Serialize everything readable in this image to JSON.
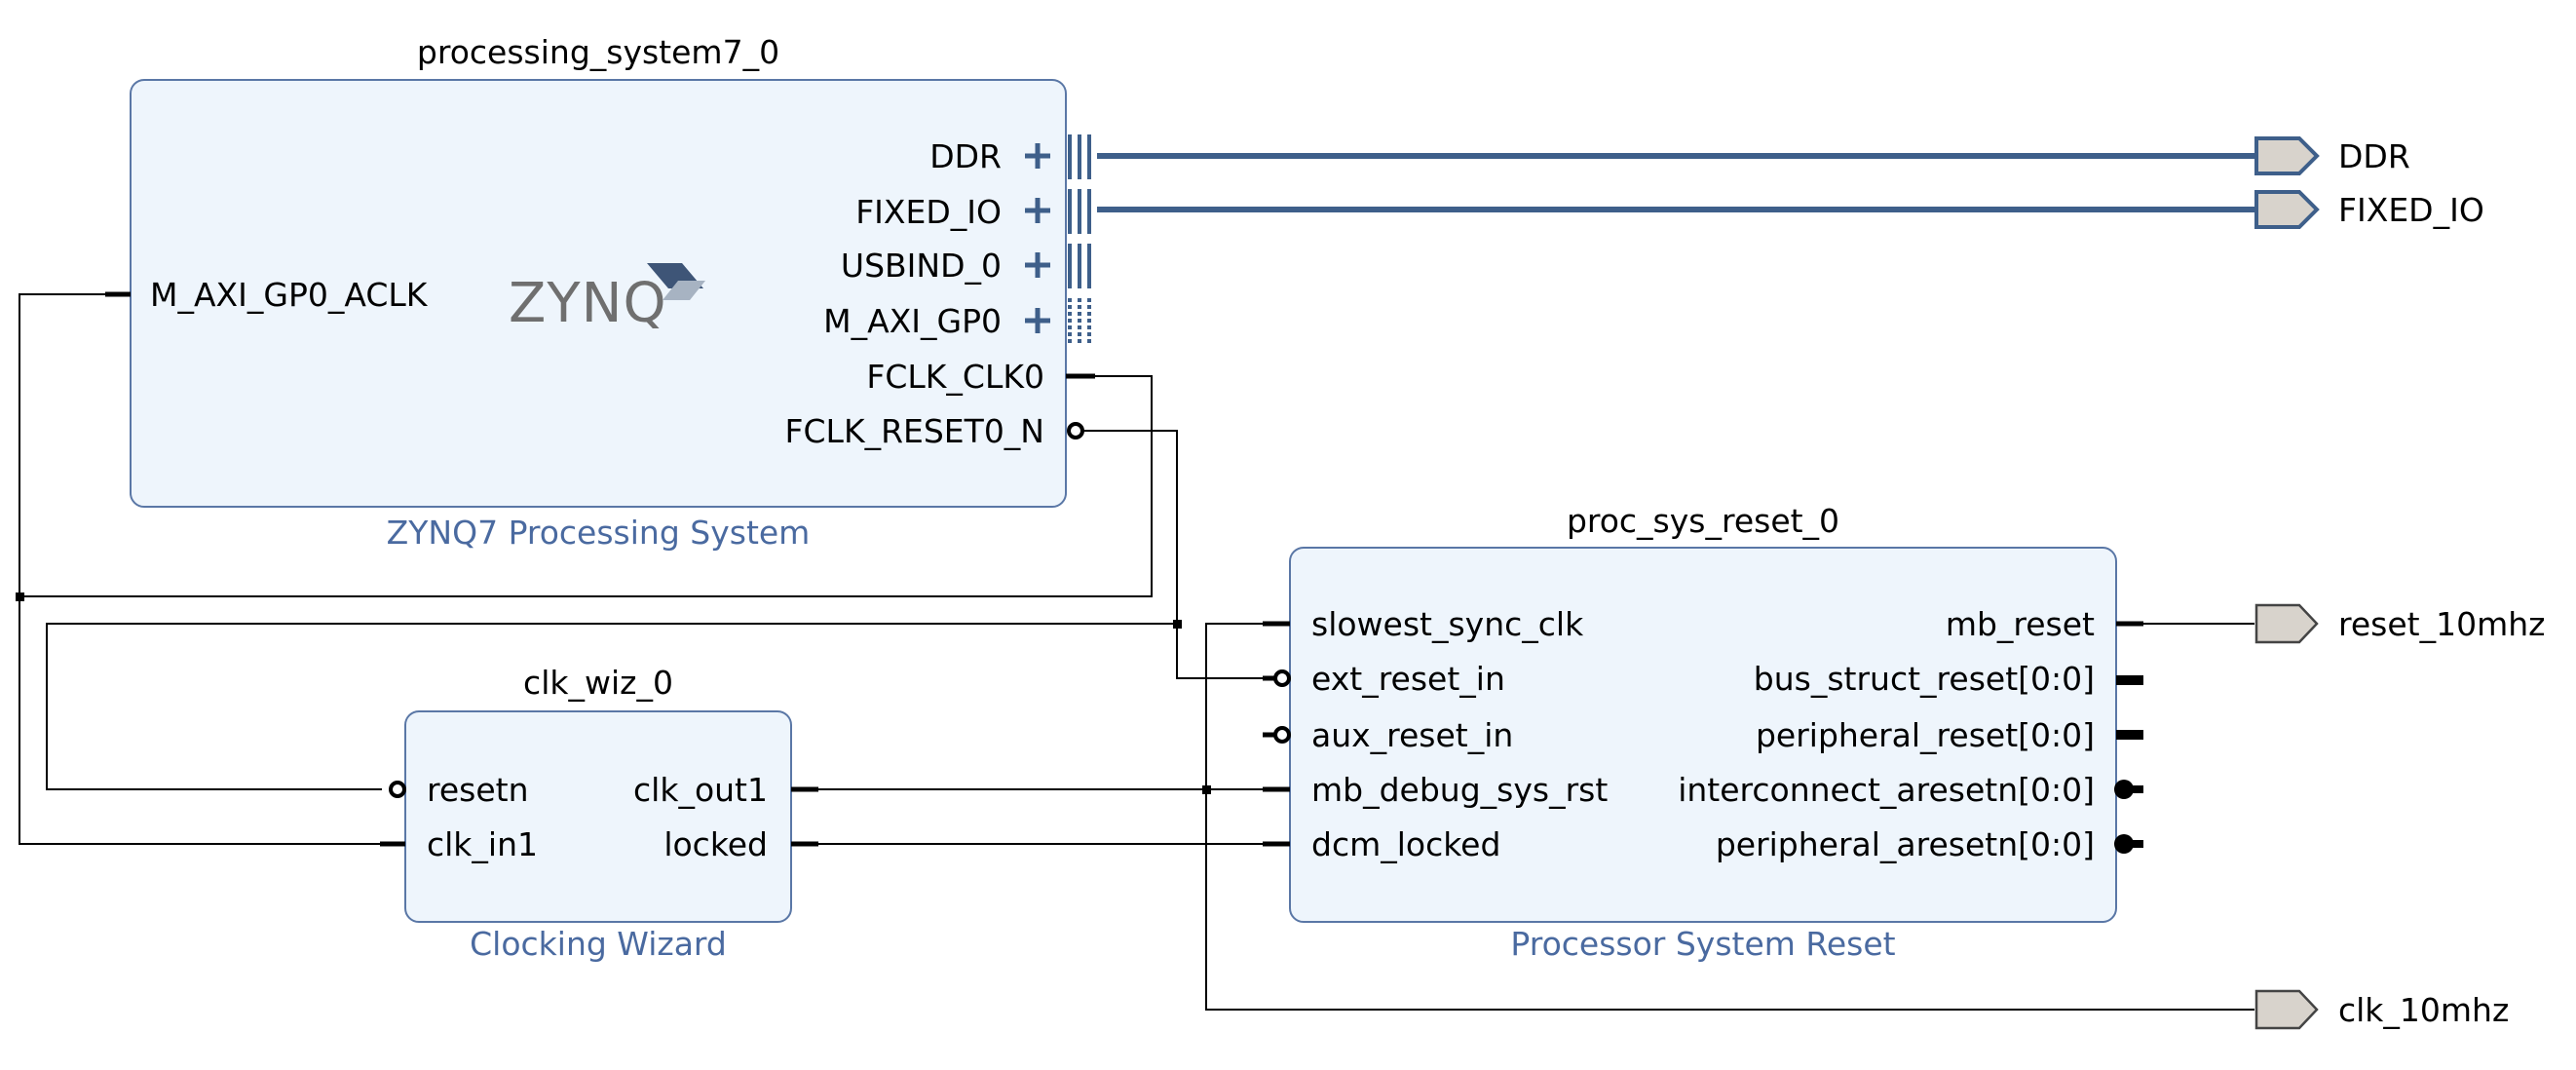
{
  "blocks": {
    "ps7": {
      "instance": "processing_system7_0",
      "subtitle": "ZYNQ7 Processing System",
      "logo": "ZYNQ",
      "ports_left": [
        "M_AXI_GP0_ACLK"
      ],
      "ports_right": [
        "DDR",
        "FIXED_IO",
        "USBIND_0",
        "M_AXI_GP0",
        "FCLK_CLK0",
        "FCLK_RESET0_N"
      ]
    },
    "clk": {
      "instance": "clk_wiz_0",
      "subtitle": "Clocking Wizard",
      "ports_left": [
        "resetn",
        "clk_in1"
      ],
      "ports_right": [
        "clk_out1",
        "locked"
      ]
    },
    "rst": {
      "instance": "proc_sys_reset_0",
      "subtitle": "Processor System Reset",
      "ports_left": [
        "slowest_sync_clk",
        "ext_reset_in",
        "aux_reset_in",
        "mb_debug_sys_rst",
        "dcm_locked"
      ],
      "ports_right": [
        "mb_reset",
        "bus_struct_reset[0:0]",
        "peripheral_reset[0:0]",
        "interconnect_aresetn[0:0]",
        "peripheral_aresetn[0:0]"
      ]
    }
  },
  "external_ports": [
    "DDR",
    "FIXED_IO",
    "reset_10mhz",
    "clk_10mhz"
  ],
  "colors": {
    "block_fill": "#eef5fc",
    "block_border": "#5a77a6",
    "subtitle": "#4a6aa0",
    "bus": "#3e5f8a",
    "port_fill": "#d8d3cc"
  }
}
